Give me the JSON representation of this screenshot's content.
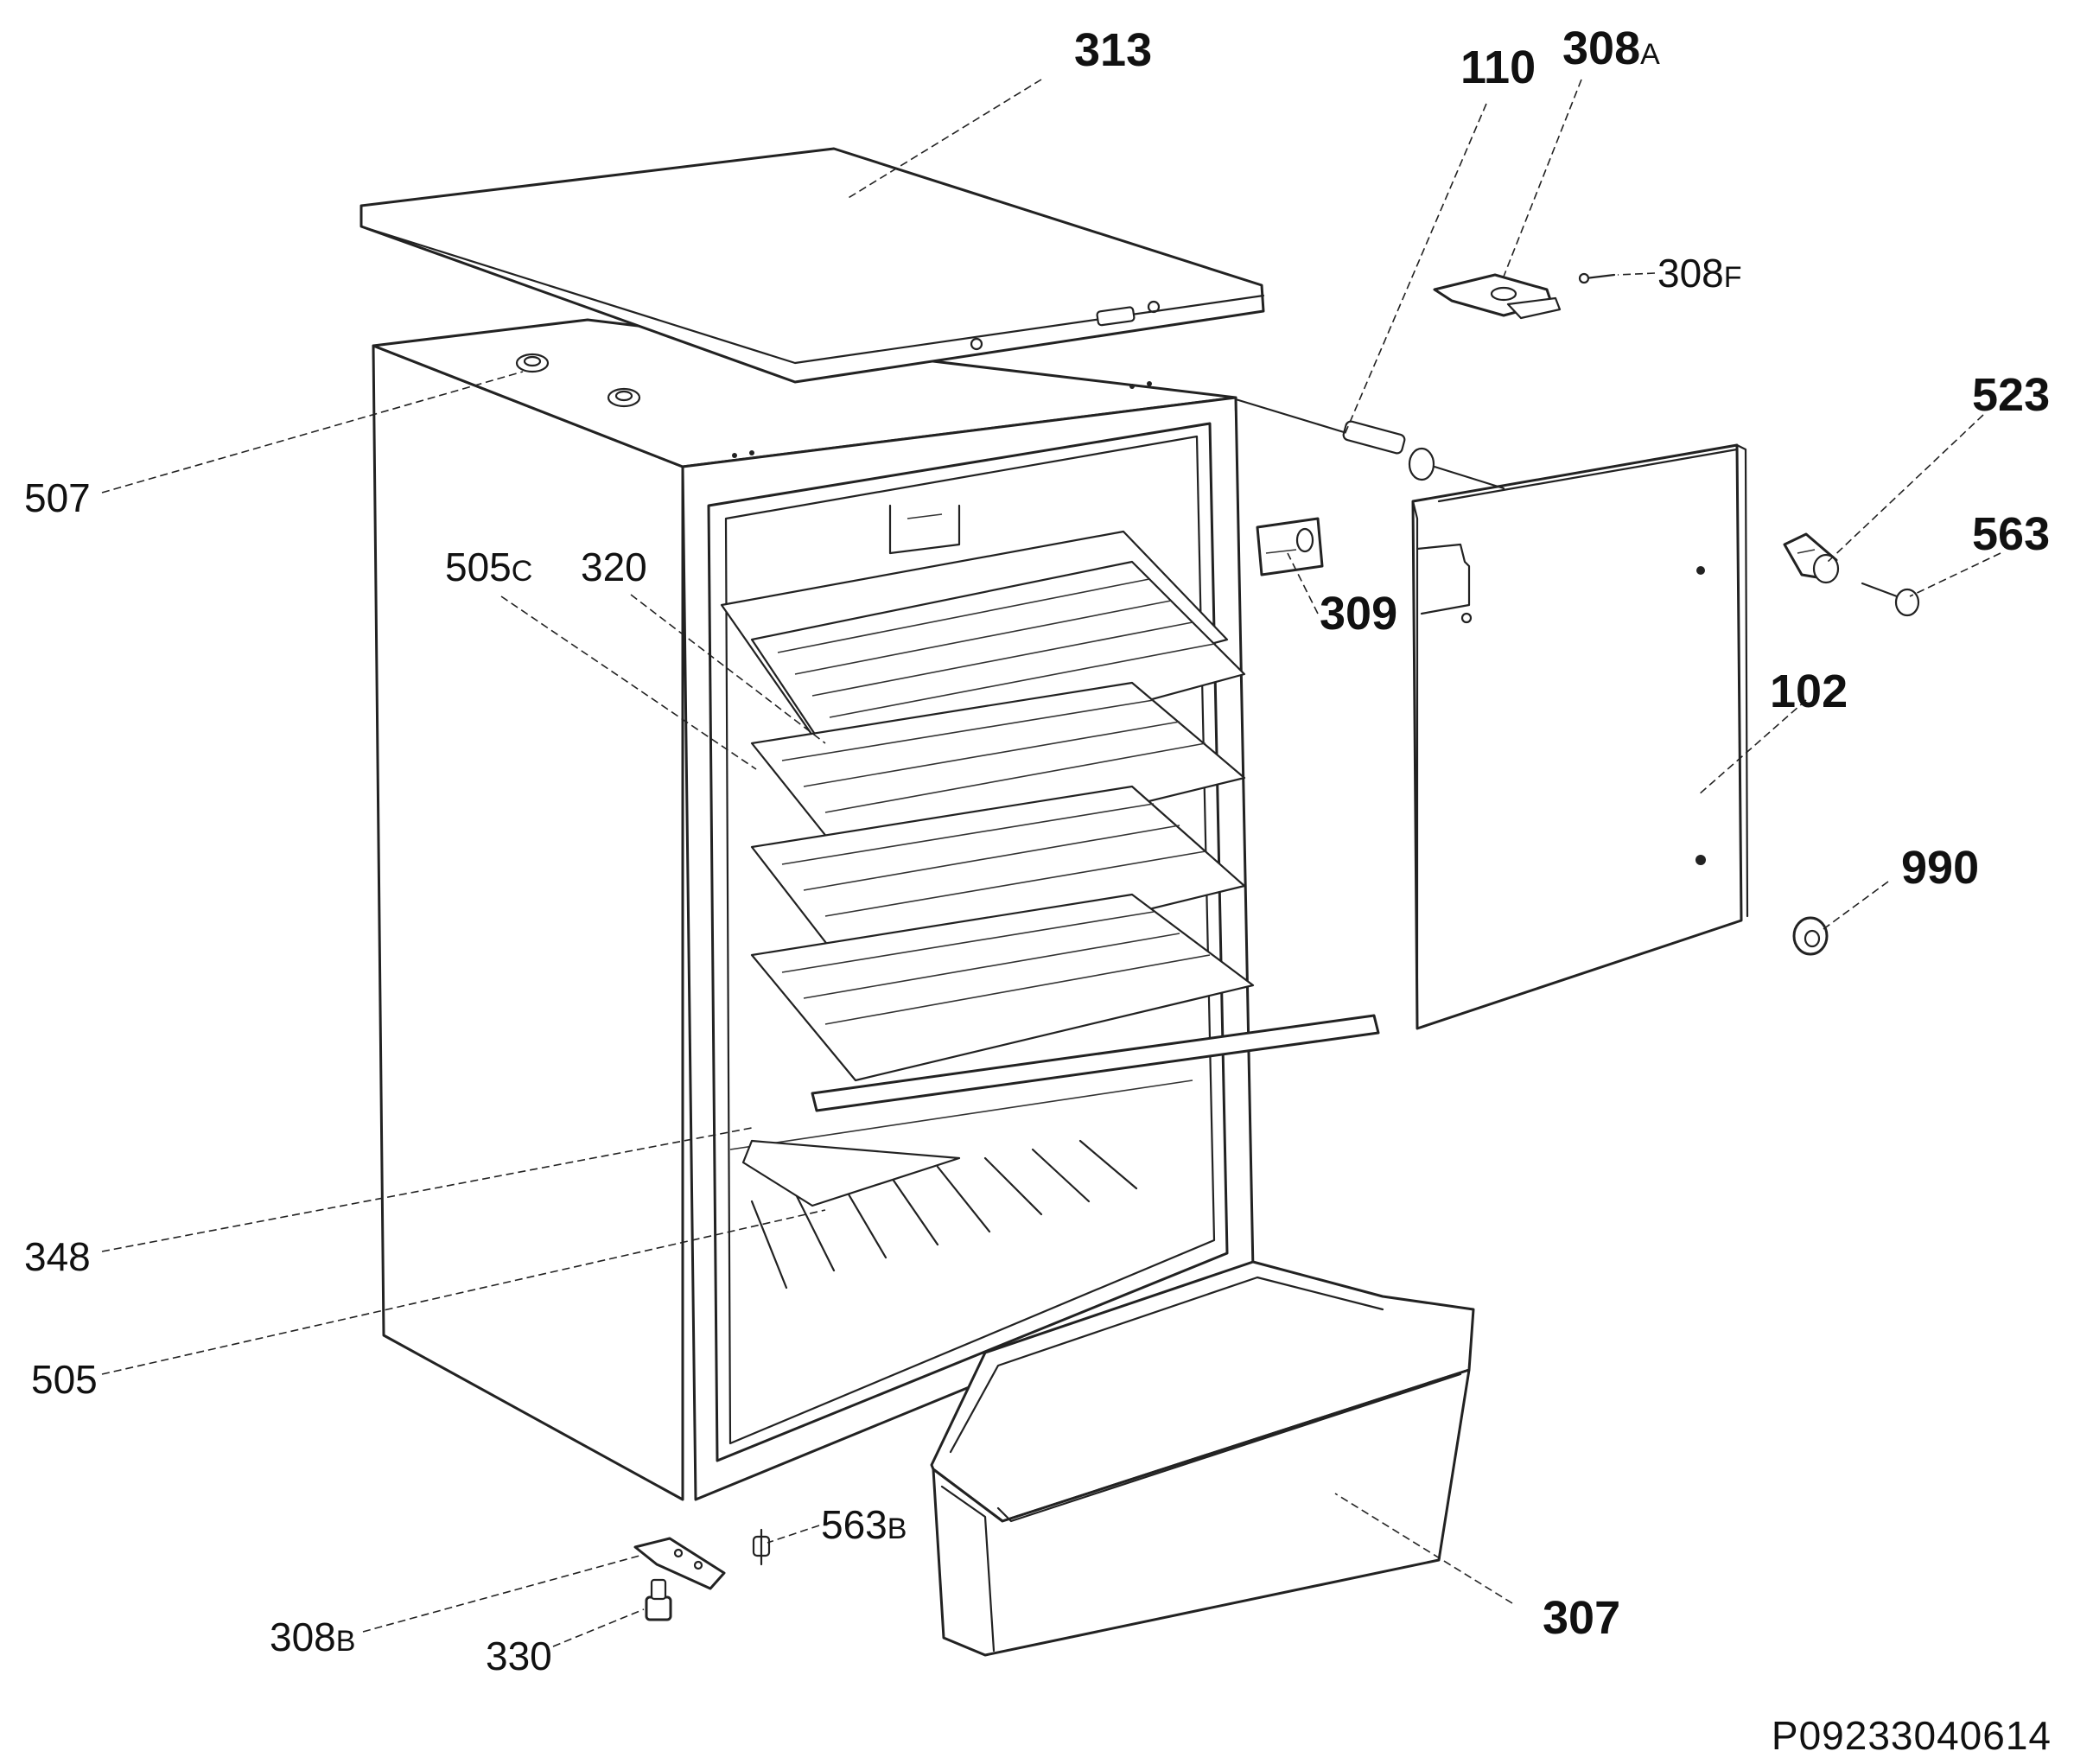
{
  "diagram": {
    "document_id": "P09233040614",
    "parts": [
      {
        "id": "p313",
        "number": "313",
        "suffix": ""
      },
      {
        "id": "p110",
        "number": "110",
        "suffix": ""
      },
      {
        "id": "p308a",
        "number": "308",
        "suffix": "A"
      },
      {
        "id": "p308f",
        "number": "308",
        "suffix": "F"
      },
      {
        "id": "p523",
        "number": "523",
        "suffix": ""
      },
      {
        "id": "p563",
        "number": "563",
        "suffix": ""
      },
      {
        "id": "p507",
        "number": "507",
        "suffix": ""
      },
      {
        "id": "p505c",
        "number": "505",
        "suffix": "C"
      },
      {
        "id": "p320",
        "number": "320",
        "suffix": ""
      },
      {
        "id": "p309",
        "number": "309",
        "suffix": ""
      },
      {
        "id": "p102",
        "number": "102",
        "suffix": ""
      },
      {
        "id": "p990",
        "number": "990",
        "suffix": ""
      },
      {
        "id": "p348",
        "number": "348",
        "suffix": ""
      },
      {
        "id": "p505",
        "number": "505",
        "suffix": ""
      },
      {
        "id": "p563b",
        "number": "563",
        "suffix": "B"
      },
      {
        "id": "p307",
        "number": "307",
        "suffix": ""
      },
      {
        "id": "p308b",
        "number": "308",
        "suffix": "B"
      },
      {
        "id": "p330",
        "number": "330",
        "suffix": ""
      }
    ]
  }
}
